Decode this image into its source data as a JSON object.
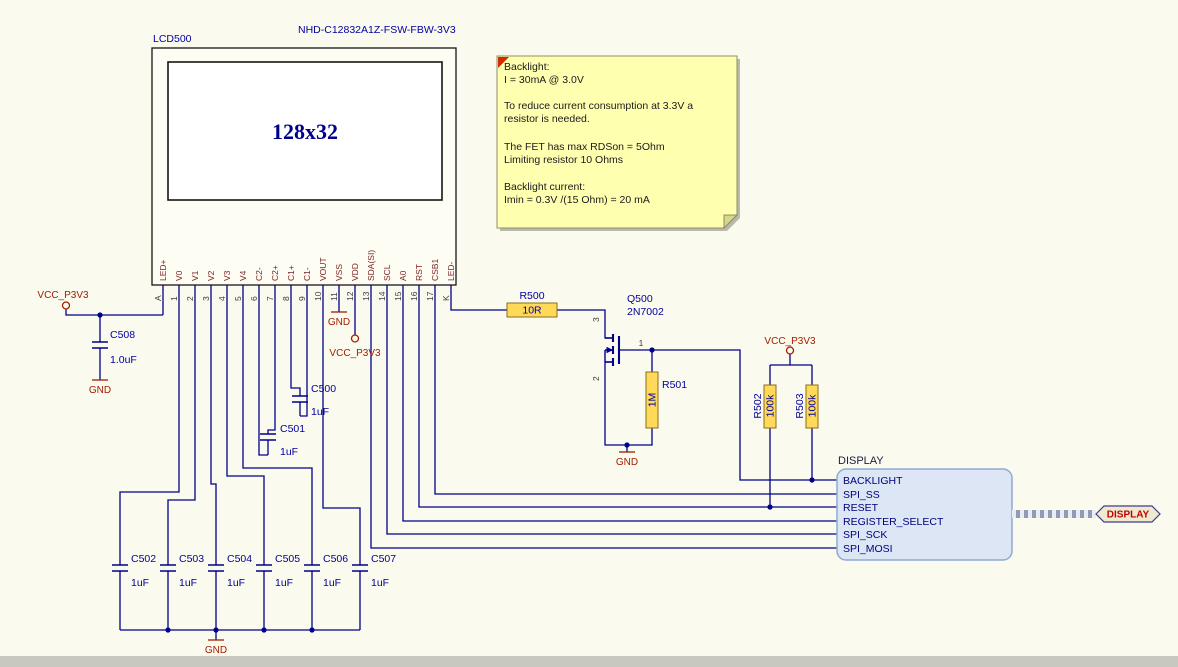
{
  "colors": {
    "background": "#fbfaee",
    "bottom_bar": "#c8c8bf",
    "wire": "#00008b",
    "designator": "#0000a0",
    "pin_name": "#7c1f1f",
    "pin_number": "#3c3c3c",
    "power": "#a02000",
    "component_outline": "#151515",
    "resistor_fill": "#ffd957",
    "resistor_border": "#8a6d1a",
    "note_fill": "#ffffb0",
    "note_border": "#8f8f62",
    "note_marker": "#d42a00",
    "harness_fill": "#dce6f5",
    "harness_border": "#8faad4",
    "harness_text": "#000080",
    "port_fill": "#efe9d0",
    "port_border": "#3c3c8c",
    "port_text": "#c00000",
    "screen_text": "#00008b"
  },
  "lcd": {
    "designator": "LCD500",
    "part_number": "NHD-C12832A1Z-FSW-FBW-3V3",
    "screen_label": "128x32",
    "pins": [
      {
        "name": "LED+",
        "number": "A"
      },
      {
        "name": "V0",
        "number": "1"
      },
      {
        "name": "V1",
        "number": "2"
      },
      {
        "name": "V2",
        "number": "3"
      },
      {
        "name": "V3",
        "number": "4"
      },
      {
        "name": "V4",
        "number": "5"
      },
      {
        "name": "C2-",
        "number": "6"
      },
      {
        "name": "C2+",
        "number": "7"
      },
      {
        "name": "C1+",
        "number": "8"
      },
      {
        "name": "C1-",
        "number": "9"
      },
      {
        "name": "VOUT",
        "number": "10"
      },
      {
        "name": "VSS",
        "number": "11"
      },
      {
        "name": "VDD",
        "number": "12"
      },
      {
        "name": "SDA(SI)",
        "number": "13"
      },
      {
        "name": "SCL",
        "number": "14"
      },
      {
        "name": "A0",
        "number": "15"
      },
      {
        "name": "RST",
        "number": "16"
      },
      {
        "name": "CSB1",
        "number": "17"
      },
      {
        "name": "LED-",
        "number": "K"
      }
    ]
  },
  "note": {
    "lines": [
      "Backlight:",
      "I = 30mA @ 3.0V",
      "To reduce current consumption at 3.3V a",
      "resistor is needed.",
      "The FET has max RDSon = 5Ohm",
      "Limiting resistor 10 Ohms",
      "Backlight current:",
      "Imin = 0.3V /(15 Ohm) = 20 mA"
    ]
  },
  "power": {
    "vcc": "VCC_P3V3",
    "gnd": "GND"
  },
  "components": {
    "C508": {
      "designator": "C508",
      "value": "1.0uF"
    },
    "C500": {
      "designator": "C500",
      "value": "1uF"
    },
    "C501": {
      "designator": "C501",
      "value": "1uF"
    },
    "C502": {
      "designator": "C502",
      "value": "1uF"
    },
    "C503": {
      "designator": "C503",
      "value": "1uF"
    },
    "C504": {
      "designator": "C504",
      "value": "1uF"
    },
    "C505": {
      "designator": "C505",
      "value": "1uF"
    },
    "C506": {
      "designator": "C506",
      "value": "1uF"
    },
    "C507": {
      "designator": "C507",
      "value": "1uF"
    },
    "R500": {
      "designator": "R500",
      "value": "10R"
    },
    "R501": {
      "designator": "R501",
      "value": "1M"
    },
    "R502": {
      "designator": "R502",
      "value": "100k"
    },
    "R503": {
      "designator": "R503",
      "value": "100k"
    },
    "Q500": {
      "designator": "Q500",
      "value": "2N7002",
      "pin_gate": "1",
      "pin_source": "2",
      "pin_drain": "3"
    }
  },
  "harness": {
    "title": "DISPLAY",
    "signals": [
      "BACKLIGHT",
      "SPI_SS",
      "RESET",
      "REGISTER_SELECT",
      "SPI_SCK",
      "SPI_MOSI"
    ],
    "port": "DISPLAY"
  }
}
